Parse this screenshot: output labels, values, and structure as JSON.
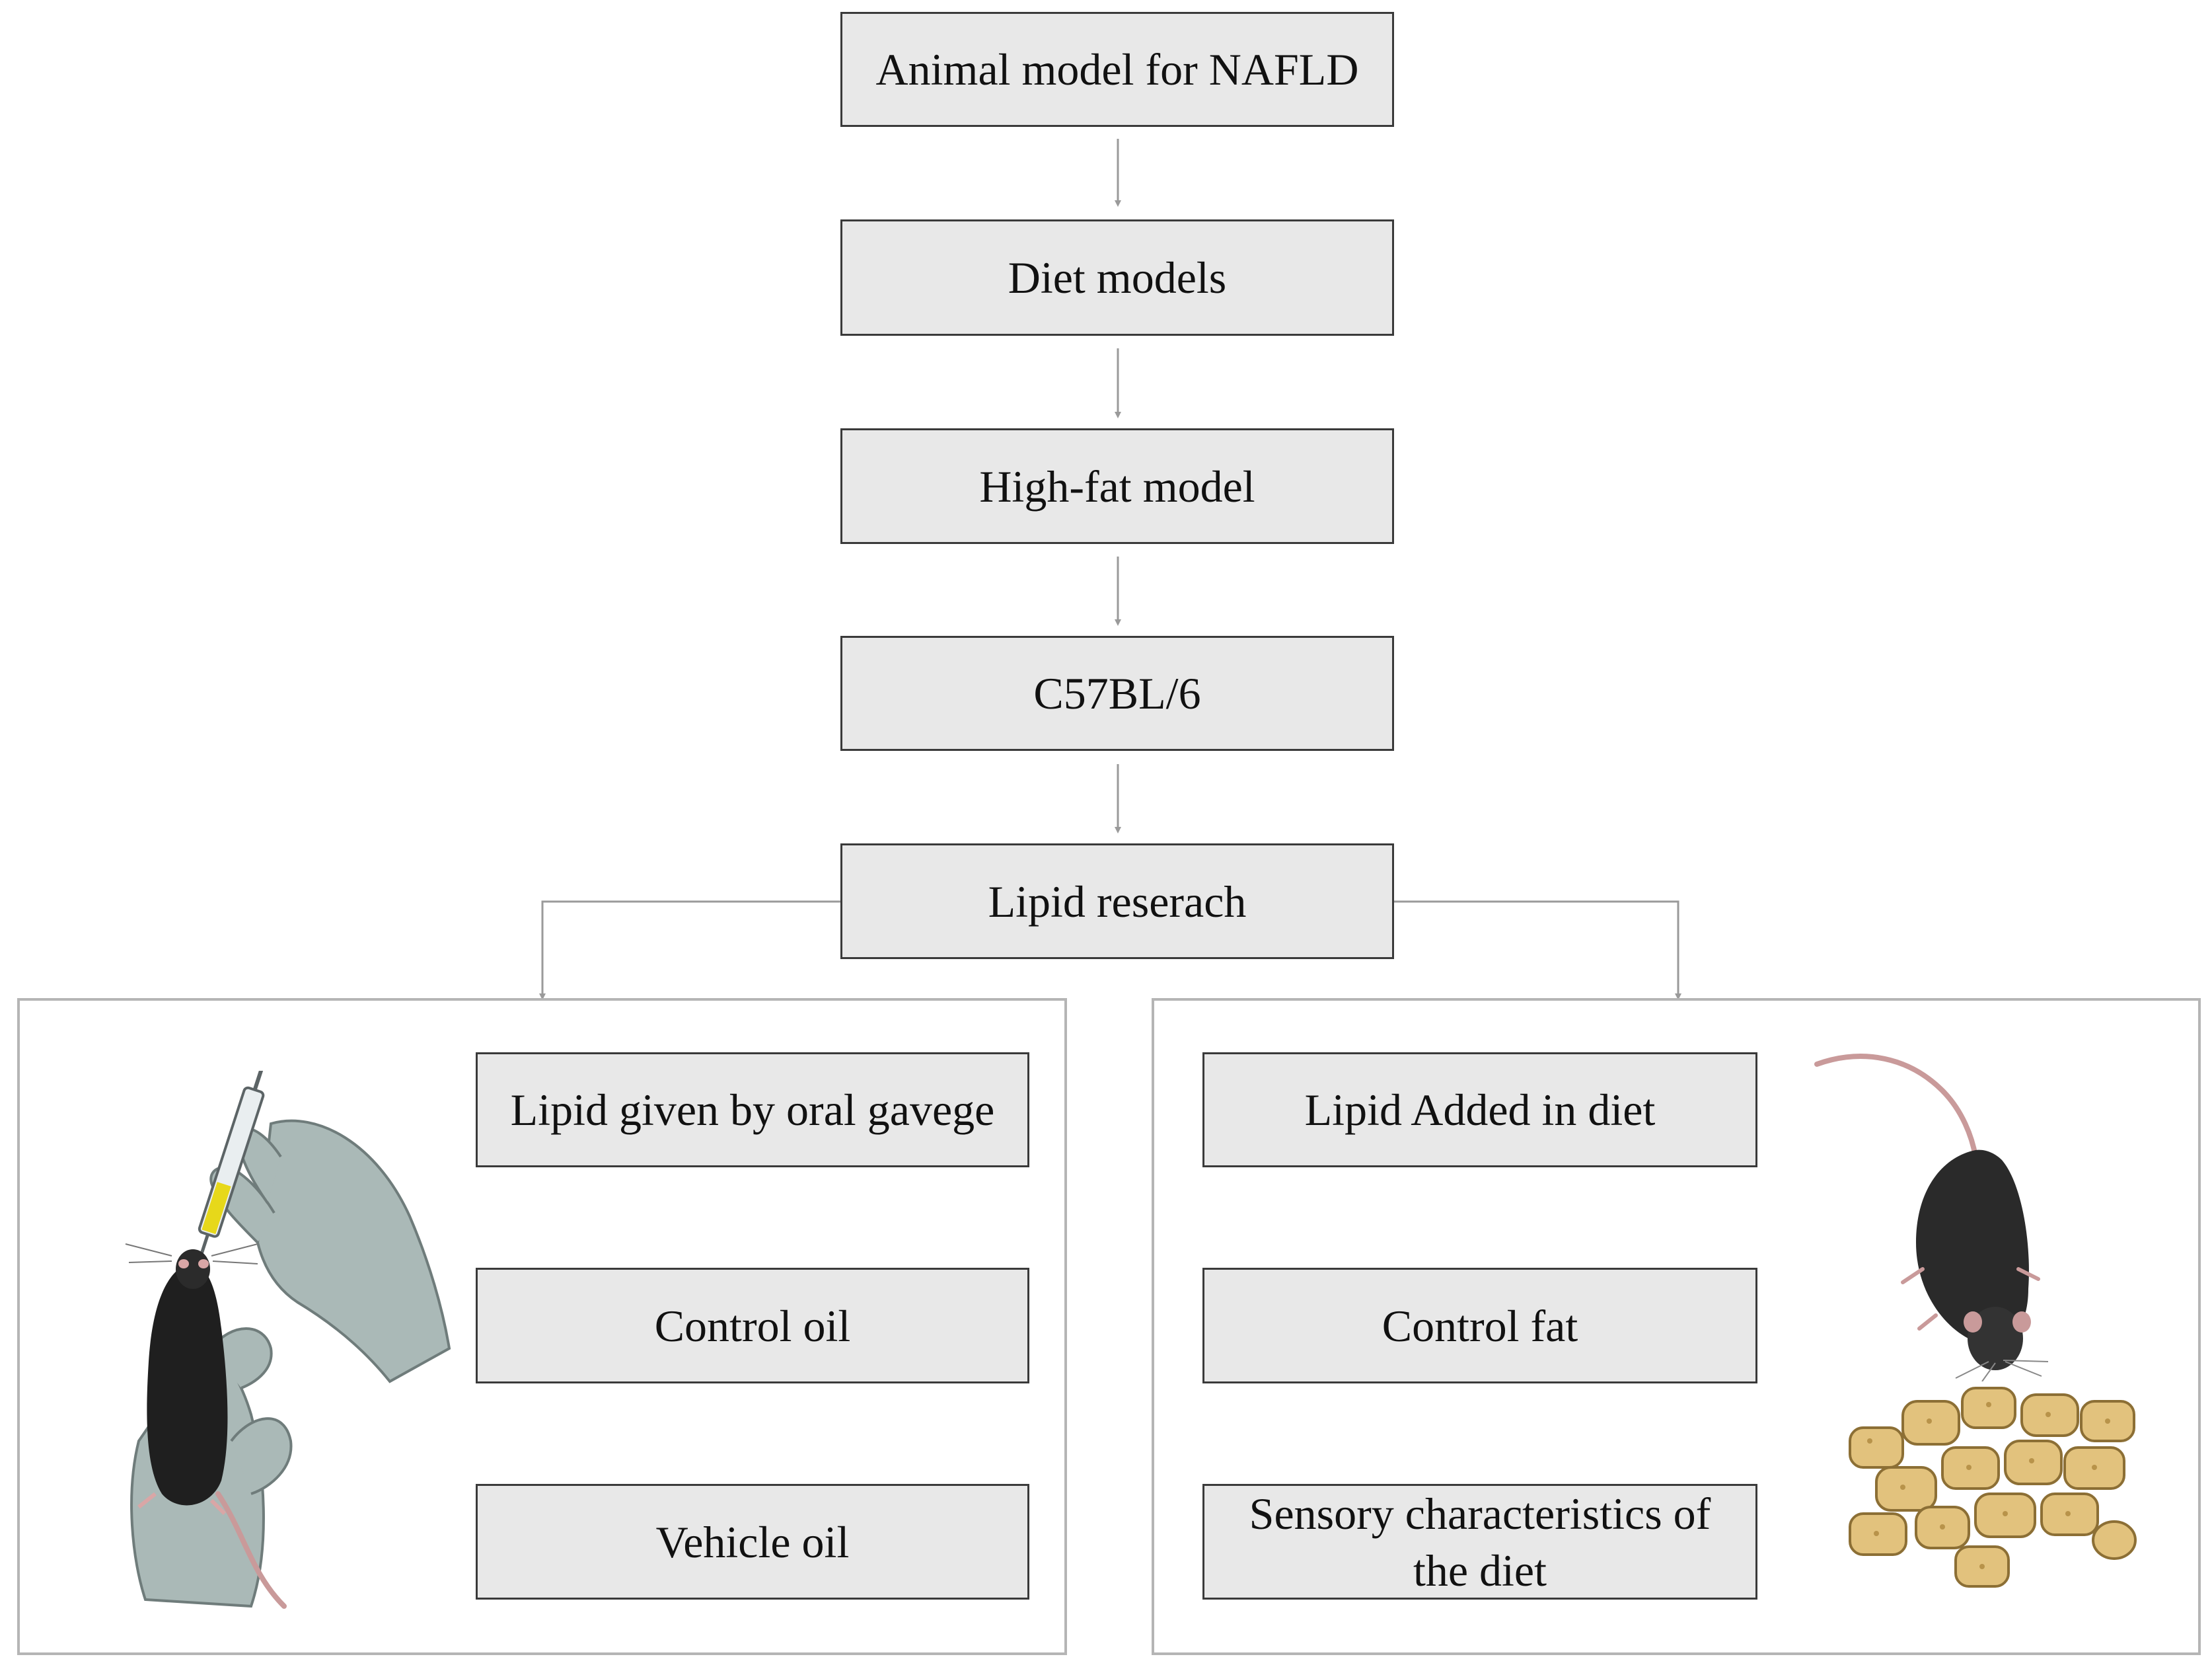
{
  "nodes": {
    "animal_model": "Animal model for NAFLD",
    "diet_models": "Diet models",
    "high_fat": "High-fat model",
    "strain": "C57BL/6",
    "lipid_research": "Lipid reserach",
    "oral_gavage": "Lipid given by oral gavege",
    "control_oil": "Control oil",
    "vehicle_oil": "Vehicle oil",
    "added_in_diet": "Lipid Added in diet",
    "control_fat": "Control fat",
    "sensory": "Sensory characteristics of the diet"
  },
  "colors": {
    "box_fill": "#e8e8e8",
    "box_border": "#3a3a3a",
    "arrow": "#9a9a9a",
    "panel_border": "#b5b5b5"
  },
  "icons": [
    "syringe-gavage-illustration",
    "mouse-illustration",
    "food-pellets-illustration"
  ]
}
